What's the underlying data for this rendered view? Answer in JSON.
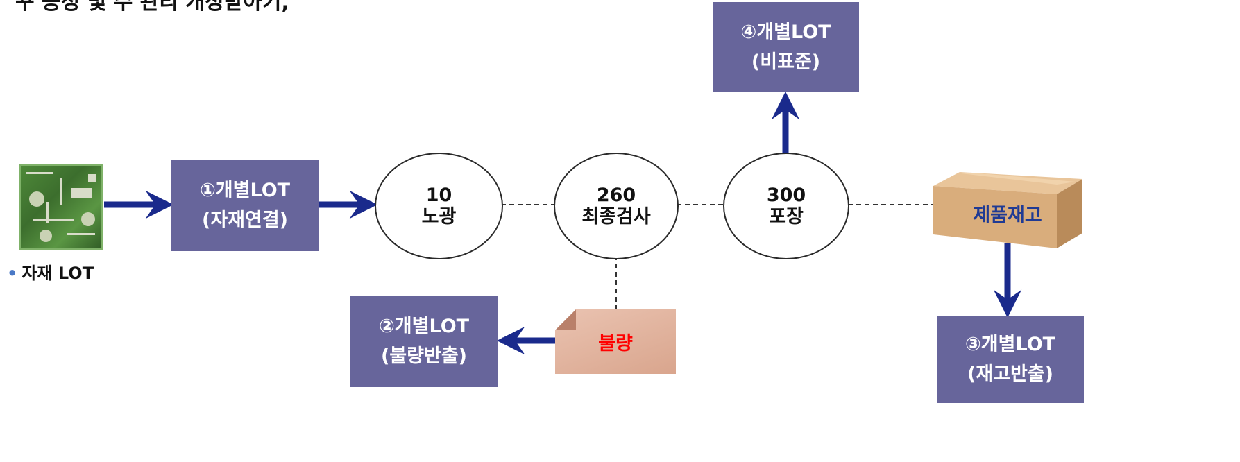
{
  "heading": "꾸 공정 및 수 관리 개정받아기,",
  "material": {
    "caption": "자재 LOT"
  },
  "boxes": {
    "lot1": {
      "line1": "①개별LOT",
      "line2": "(자재연결)"
    },
    "lot2": {
      "line1": "②개별LOT",
      "line2": "(불량반출)"
    },
    "lot3": {
      "line1": "③개별LOT",
      "line2": "(재고반출)"
    },
    "lot4": {
      "line1": "④개별LOT",
      "line2": "(비표준)"
    }
  },
  "processes": [
    {
      "code": "10",
      "name": "노광"
    },
    {
      "code": "260",
      "name": "최종검사"
    },
    {
      "code": "300",
      "name": "포장"
    }
  ],
  "defect": {
    "label": "불량"
  },
  "inventory": {
    "label": "제품재고"
  },
  "colors": {
    "box": "#67659b",
    "arrow": "#1a2a8c",
    "defect_text": "#ff0000",
    "inventory_text": "#1f3a94"
  }
}
